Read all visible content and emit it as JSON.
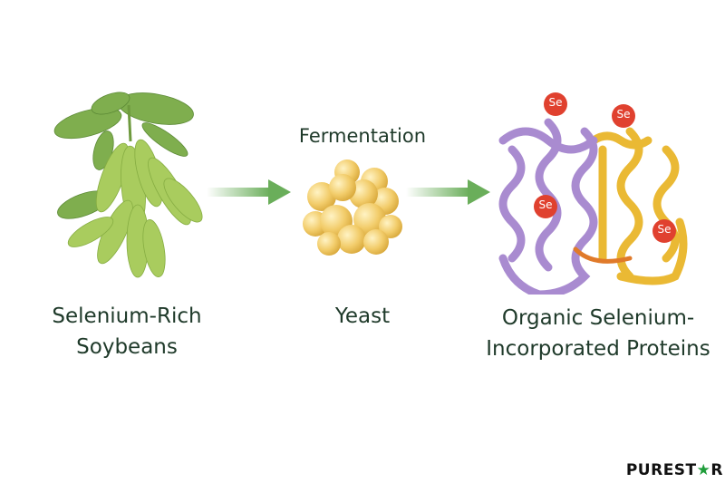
{
  "steps": [
    {
      "label_line1": "Selenium-Rich",
      "label_line2": "Soybeans",
      "image": "soybean-plant"
    },
    {
      "label": "Yeast",
      "image": "yeast-cluster"
    },
    {
      "label_line1": "Organic Selenium-",
      "label_line2": "Incorporated Proteins",
      "image": "protein-ribbon"
    }
  ],
  "process_label": "Fermentation",
  "selenium_marker": "Se",
  "selenium_marker_count": 4,
  "brand": {
    "text_main": "PUREST",
    "star": "★",
    "text_end": "R"
  },
  "colors": {
    "text": "#1f3a2a",
    "arrow": "#6aae5a",
    "selenium_marker": "#e0412f",
    "yeast": "#f2cc6a",
    "protein_purple": "#a98bd0",
    "protein_gold": "#eab934",
    "soy_green": "#9cc456",
    "brand_star": "#1f9d3a"
  }
}
